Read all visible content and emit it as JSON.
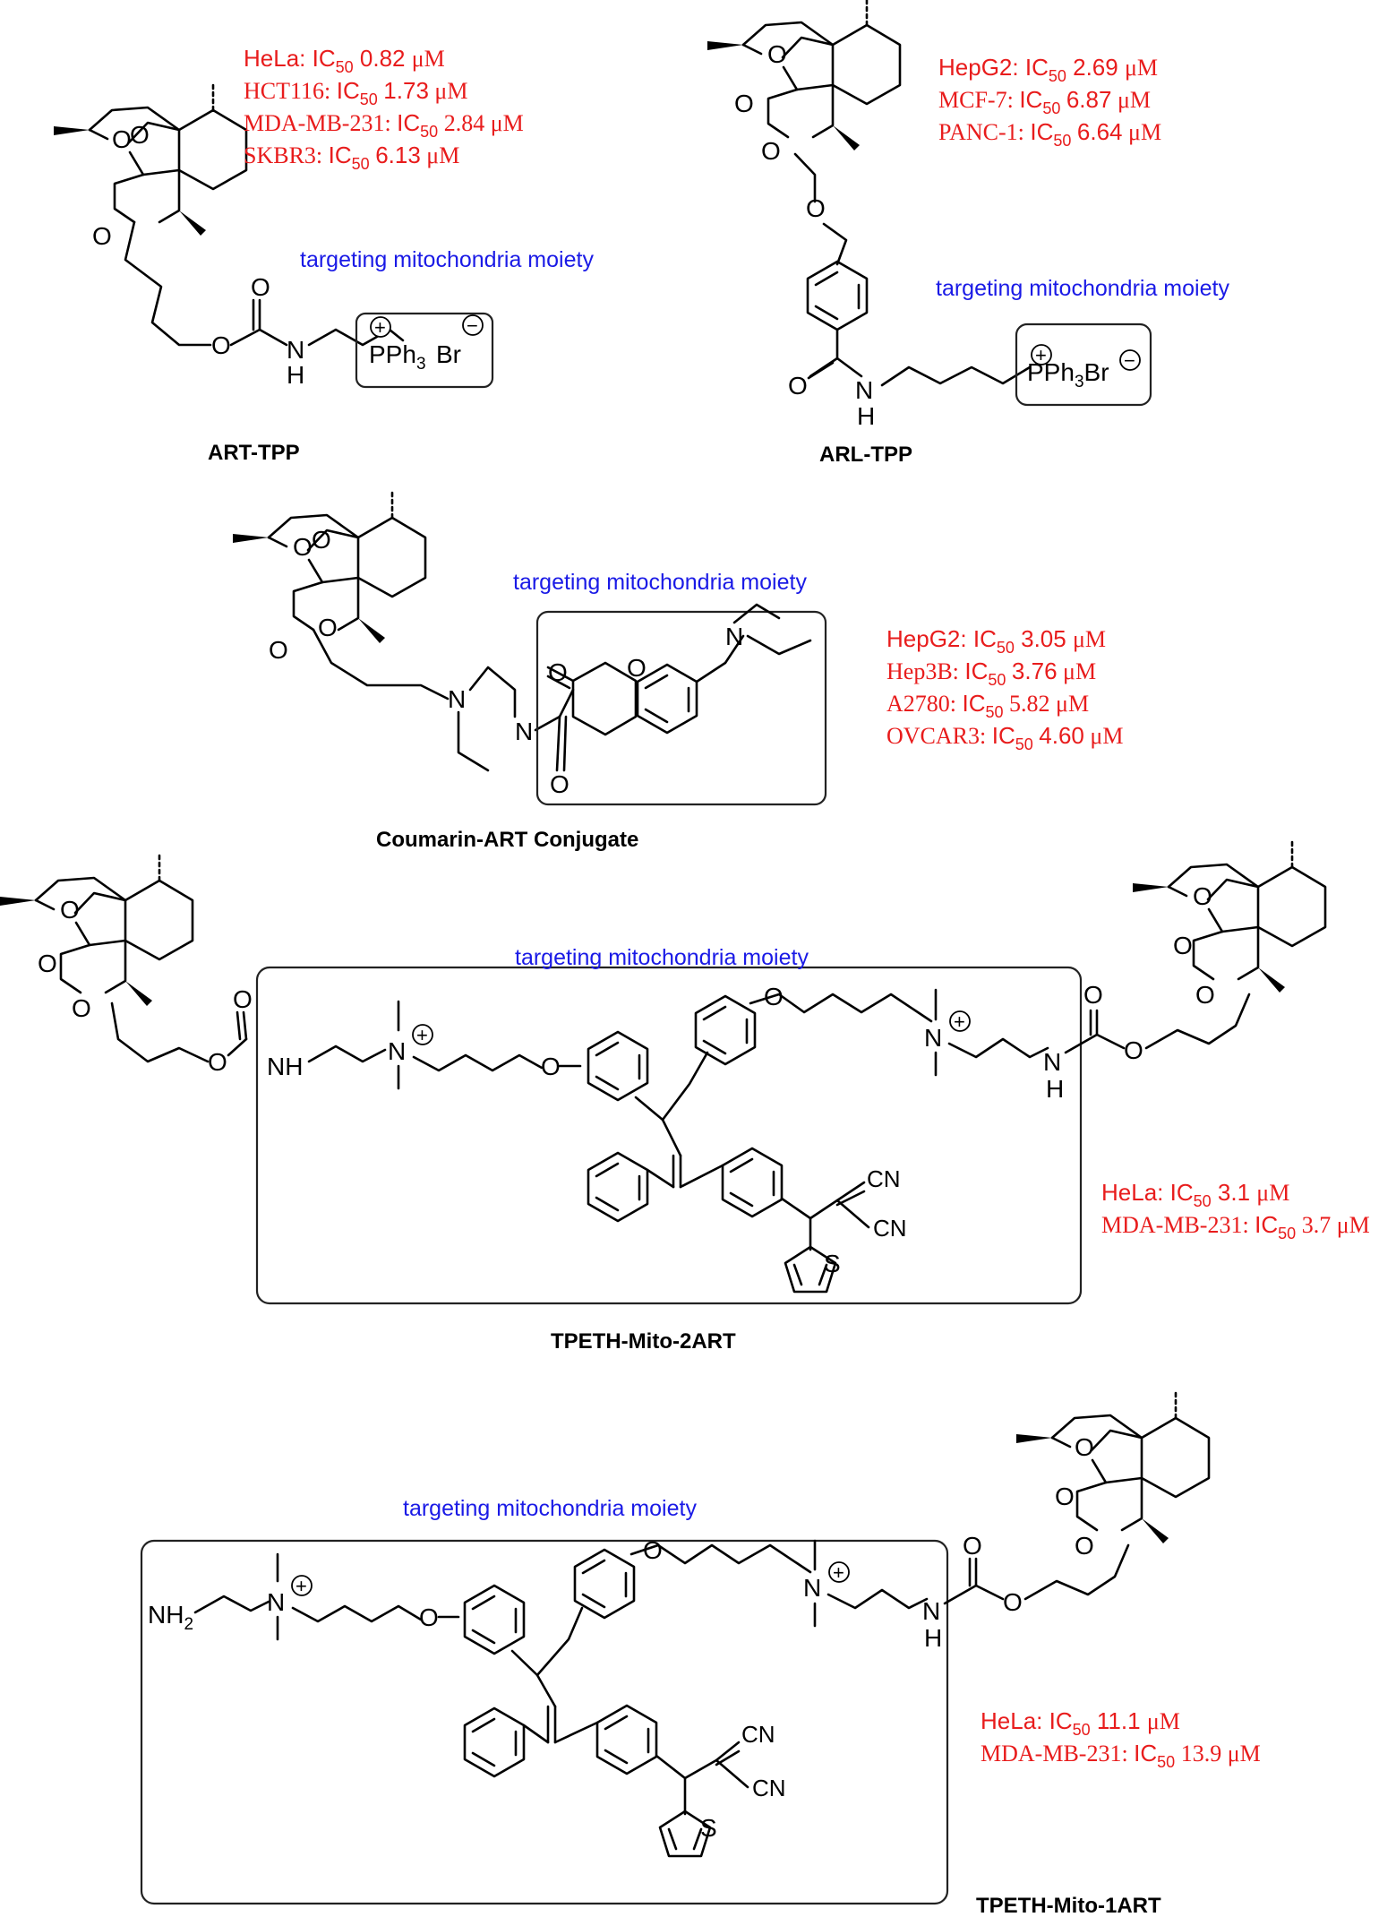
{
  "colors": {
    "activity": "#e81c1c",
    "tag": "#1a1ae6",
    "structure": "#000000"
  },
  "moiety_label": "targeting mitochondria moiety",
  "atoms": {
    "oxygen": "O",
    "nitrogen": "N",
    "hydrogen": "H",
    "sulfur": "S",
    "amino_nh": "NH",
    "amine_nh2": "NH",
    "phosphonium": "PPh",
    "bromide": "Br",
    "nitrile": "CN",
    "sub_3": "3",
    "sub_2": "2",
    "plus": "+",
    "minus": "−"
  },
  "compounds": {
    "art_tpp": {
      "name": "ART-TPP",
      "activity": [
        {
          "cell": "HeLa:",
          "ic": "IC",
          "sub": "50",
          "value": "0.82",
          "unit": "μM"
        },
        {
          "cell": "HCT116:",
          "ic": "IC",
          "sub": "50",
          "value": "1.73",
          "unit": "μM"
        },
        {
          "cell": "MDA-MB-231:",
          "ic": "IC",
          "sub": "50",
          "value": "2.84",
          "unit": "μM"
        },
        {
          "cell": "SKBR3:",
          "ic": "IC",
          "sub": "50",
          "value": "6.13",
          "unit": "μM"
        }
      ]
    },
    "arl_tpp": {
      "name": "ARL-TPP",
      "activity": [
        {
          "cell": "HepG2:",
          "ic": "IC",
          "sub": "50",
          "value": "2.69",
          "unit": "μM"
        },
        {
          "cell": "MCF-7:",
          "ic": "IC",
          "sub": "50",
          "value": "6.87",
          "unit": "μM"
        },
        {
          "cell": "PANC-1:",
          "ic": "IC",
          "sub": "50",
          "value": "6.64",
          "unit": "μM"
        }
      ]
    },
    "coumarin_art": {
      "name": "Coumarin-ART Conjugate",
      "activity": [
        {
          "cell": "HepG2:",
          "ic": "IC",
          "sub": "50",
          "value": "3.05",
          "unit": "μM"
        },
        {
          "cell": "Hep3B:",
          "ic": "IC",
          "sub": "50",
          "value": "3.76",
          "unit": "μM"
        },
        {
          "cell": "A2780:",
          "ic": "IC",
          "sub": "50",
          "value": "5.82",
          "unit": "μM"
        },
        {
          "cell": "OVCAR3:",
          "ic": "IC",
          "sub": "50",
          "value": "4.60",
          "unit": "μM"
        }
      ]
    },
    "tpeth_2art": {
      "name": "TPETH-Mito-2ART",
      "activity": [
        {
          "cell": "HeLa:",
          "ic": "IC",
          "sub": "50",
          "value": "3.1",
          "unit": "μM"
        },
        {
          "cell": "MDA-MB-231:",
          "ic": "IC",
          "sub": "50",
          "value": "3.7",
          "unit": "μM"
        }
      ]
    },
    "tpeth_1art": {
      "name": "TPETH-Mito-1ART",
      "activity": [
        {
          "cell": "HeLa:",
          "ic": "IC",
          "sub": "50",
          "value": "11.1",
          "unit": "μM"
        },
        {
          "cell": "MDA-MB-231:",
          "ic": "IC",
          "sub": "50",
          "value": "13.9",
          "unit": "μM"
        }
      ]
    }
  }
}
